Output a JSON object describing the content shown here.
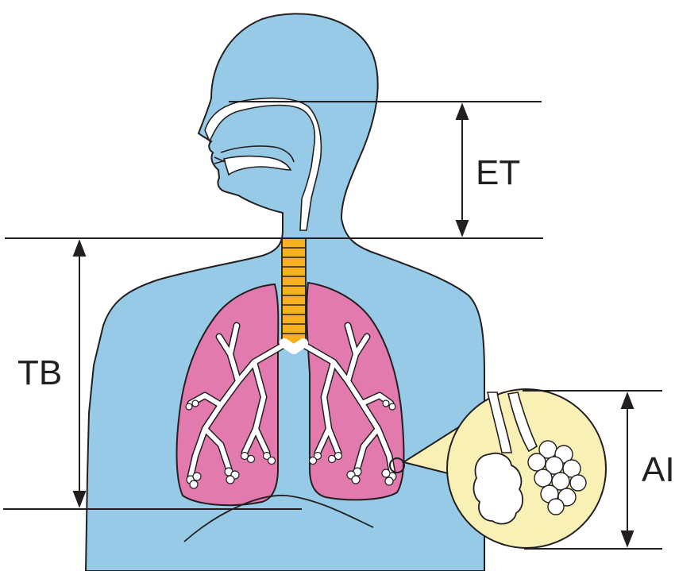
{
  "diagram": {
    "labels": {
      "extrathoracic": "ET",
      "tracheobronchial": "TB",
      "alveolar_interstitial": "AI"
    }
  },
  "colors": {
    "body": "#96cae6",
    "cavity": "#ffffff",
    "lung": "#e27aad",
    "trachea": "#f5b120",
    "inset": "#f8f0b5",
    "outline": "#231f20"
  }
}
